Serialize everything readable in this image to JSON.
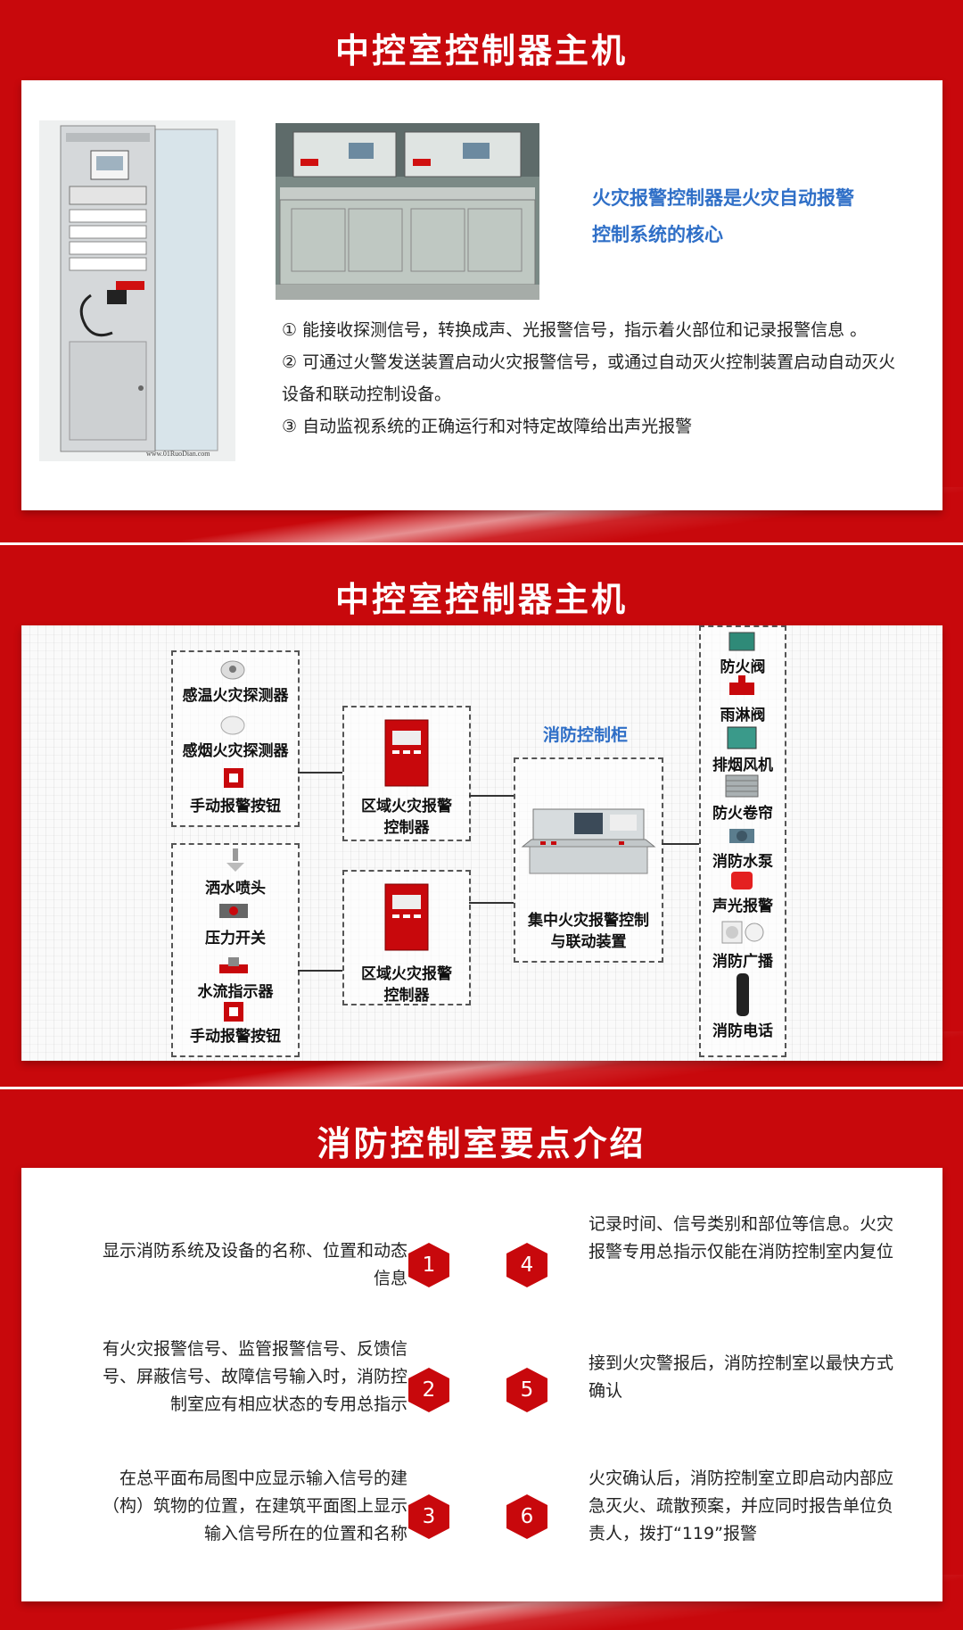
{
  "slide1": {
    "title": "中控室控制器主机",
    "highlight_line1": "火灾报警控制器是火灾自动报警",
    "highlight_line2": "控制系统的核心",
    "points": [
      "① 能接收探测信号，转换成声、光报警信号，指示着火部位和记录报警信息 。",
      "② 可通过火警发送装置启动火灾报警信号，或通过自动灭火控制装置启动自动灭火设备和联动控制设备。",
      "③ 自动监视系统的正确运行和对特定故障给出声光报警"
    ],
    "watermark": "www.01RuoDian.com"
  },
  "slide2": {
    "title": "中控室控制器主机",
    "group1": [
      "感温火灾探测器",
      "感烟火灾探测器",
      "手动报警按钮"
    ],
    "group2": [
      "洒水喷头",
      "压力开关",
      "水流指示器",
      "手动报警按钮"
    ],
    "zone_label1_l1": "区域火灾报警",
    "zone_label1_l2": "控制器",
    "zone_label2_l1": "区域火灾报警",
    "zone_label2_l2": "控制器",
    "cabinet_title": "消防控制柜",
    "central_l1": "集中火灾报警控制",
    "central_l2": "与联动装置",
    "outputs": [
      "防火阀",
      "雨淋阀",
      "排烟风机",
      "防火卷帘",
      "消防水泵",
      "声光报警",
      "消防广播",
      "消防电话"
    ]
  },
  "slide3": {
    "title": "消防控制室要点介绍",
    "items": [
      {
        "num": "1",
        "text": "显示消防系统及设备的名称、位置和动态信息"
      },
      {
        "num": "2",
        "text": "有火灾报警信号、监管报警信号、反馈信号、屏蔽信号、故障信号输入时，消防控制室应有相应状态的专用总指示"
      },
      {
        "num": "3",
        "text": "在总平面布局图中应显示输入信号的建（构）筑物的位置，在建筑平面图上显示输入信号所在的位置和名称"
      },
      {
        "num": "4",
        "text": "记录时间、信号类别和部位等信息。火灾报警专用总指示仅能在消防控制室内复位"
      },
      {
        "num": "5",
        "text": "接到火灾警报后，消防控制室以最快方式确认"
      },
      {
        "num": "6",
        "text": "火灾确认后，消防控制室立即启动内部应急灭火、疏散预案，并应同时报告单位负责人，拨打“119”报警"
      }
    ]
  },
  "colors": {
    "brand_red": "#c8080c",
    "highlight_blue": "#2f6fc7"
  }
}
